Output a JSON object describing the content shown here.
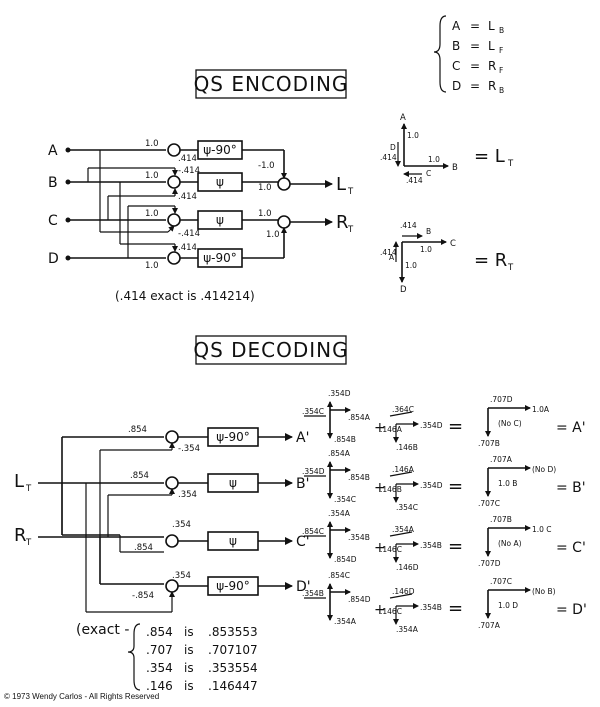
{
  "legend": [
    {
      "left": "A",
      "right": "L",
      "sub": "B"
    },
    {
      "left": "B",
      "right": "L",
      "sub": "F"
    },
    {
      "left": "C",
      "right": "R",
      "sub": "F"
    },
    {
      "left": "D",
      "right": "R",
      "sub": "B"
    }
  ],
  "encoding": {
    "title": "QS ENCODING",
    "inputs": [
      "A",
      "B",
      "C",
      "D"
    ],
    "boxes": [
      "ψ-90°",
      "ψ",
      "ψ",
      "ψ-90°"
    ],
    "outputs": [
      {
        "main": "L",
        "sub": "T"
      },
      {
        "main": "R",
        "sub": "T"
      }
    ],
    "coefs": {
      "one": "1.0",
      "p414": ".414",
      "m414": "-.414",
      "m1": "-1.0"
    },
    "note": "(.414 exact is .414214)",
    "vector_labels": {
      "A": "A",
      "B": "B",
      "C": "C",
      "D": "D",
      "v10": "1.0",
      "v414": ".414"
    },
    "eq_L": "= L",
    "eq_R": "= R",
    "eq_sub": "T"
  },
  "decoding": {
    "title": "QS DECODING",
    "inputs": [
      {
        "main": "L",
        "sub": "T"
      },
      {
        "main": "R",
        "sub": "T"
      }
    ],
    "boxes": [
      "ψ-90°",
      "ψ",
      "ψ",
      "ψ-90°"
    ],
    "outputs": [
      "A'",
      "B'",
      "C'",
      "D'"
    ],
    "coefs": {
      "p854": ".854",
      "m354": "-.354",
      "p354": ".354",
      "m854": "-.854"
    },
    "rows": [
      {
        "v1": [
          ".354D",
          ".354C",
          ".854A",
          ".854B"
        ],
        "v2": [
          ".364C",
          ".146A",
          ".146B",
          ".354D"
        ],
        "res": [
          ".707D",
          "1.0A",
          "(No C)",
          ".707B"
        ],
        "eq": "= A'"
      },
      {
        "v1": [
          ".854A",
          ".354D",
          ".854B",
          ".354C"
        ],
        "v2": [
          ".146A",
          ".146B",
          ".354C",
          ".354D"
        ],
        "res": [
          ".707A",
          "(No D)",
          "1.0 B",
          ".707C"
        ],
        "eq": "= B'"
      },
      {
        "v1": [
          ".354A",
          ".854C",
          ".354B",
          ".854D"
        ],
        "v2": [
          ".354A",
          ".146C",
          ".146D",
          ".354B"
        ],
        "res": [
          ".707B",
          "1.0 C",
          "(No A)",
          ".707D"
        ],
        "eq": "= C'"
      },
      {
        "v1": [
          ".854C",
          ".354B",
          ".854D",
          ".354A"
        ],
        "v2": [
          ".146D",
          ".146C",
          ".354A",
          ".354B"
        ],
        "res": [
          ".707C",
          "(No B)",
          "1.0 D",
          ".707A"
        ],
        "eq": "= D'"
      }
    ],
    "exact_label": "(exact -",
    "exact": [
      {
        "a": ".854",
        "is": "is",
        "b": ".853553"
      },
      {
        "a": ".707",
        "is": "is",
        "b": ".707107"
      },
      {
        "a": ".354",
        "is": "is",
        "b": ".353554"
      },
      {
        "a": ".146",
        "is": "is",
        "b": ".146447"
      }
    ]
  },
  "copyright": "© 1973 Wendy Carlos - All Rights Reserved"
}
